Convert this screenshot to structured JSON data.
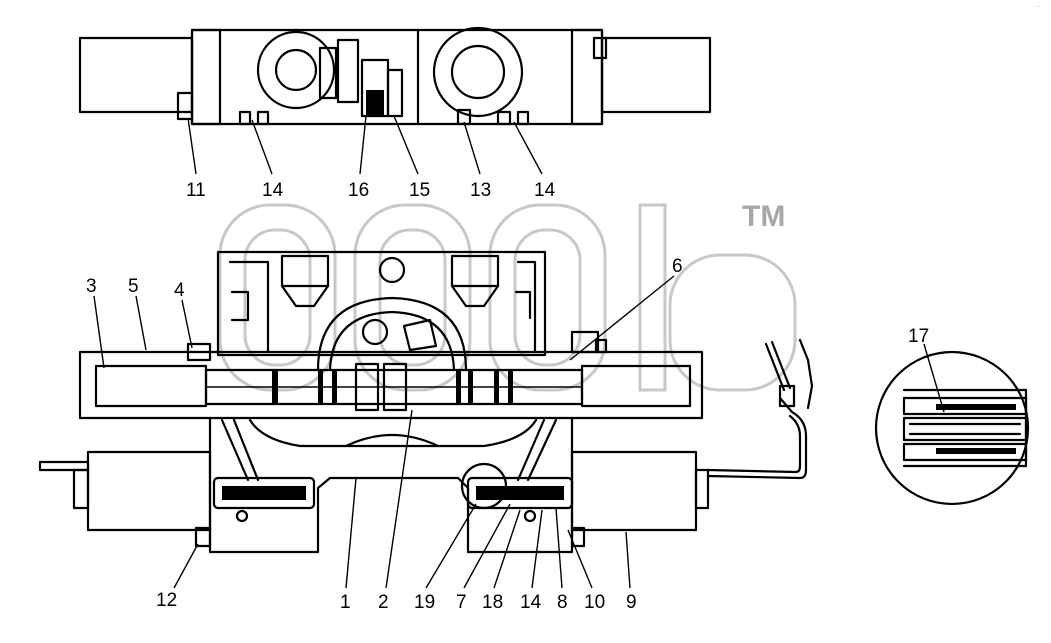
{
  "watermark": {
    "trademark": "TM"
  },
  "corner_mark": "--",
  "callouts": {
    "top": [
      "11",
      "14",
      "16",
      "15",
      "13",
      "14"
    ],
    "main": [
      "3",
      "5",
      "4",
      "6",
      "12",
      "1",
      "2",
      "19",
      "7",
      "18",
      "14",
      "8",
      "10",
      "9"
    ],
    "detail": "17"
  }
}
